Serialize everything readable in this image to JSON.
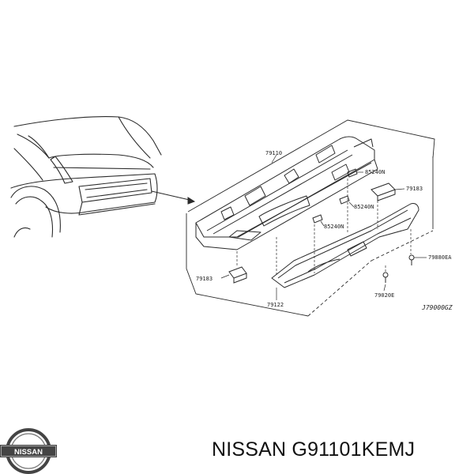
{
  "diagram": {
    "parts": [
      {
        "id": "79110",
        "label": "79110"
      },
      {
        "id": "85240n-a",
        "label": "85240N"
      },
      {
        "id": "79183",
        "label": "79183"
      },
      {
        "id": "85240n-b",
        "label": "85240N"
      },
      {
        "id": "85240n-c",
        "label": "85240N"
      },
      {
        "id": "79880ea",
        "label": "79880EA"
      },
      {
        "id": "79183-b",
        "label": "79183"
      },
      {
        "id": "79020e",
        "label": "79020E"
      },
      {
        "id": "79122",
        "label": "79122"
      }
    ],
    "reference_code": "J79000GZ"
  },
  "brand": {
    "logo_text": "NISSAN",
    "part_number_text": "NISSAN G91101KEMJ"
  },
  "colors": {
    "line": "#2a2a2a",
    "logo_fill": "#444444",
    "text": "#111111"
  }
}
